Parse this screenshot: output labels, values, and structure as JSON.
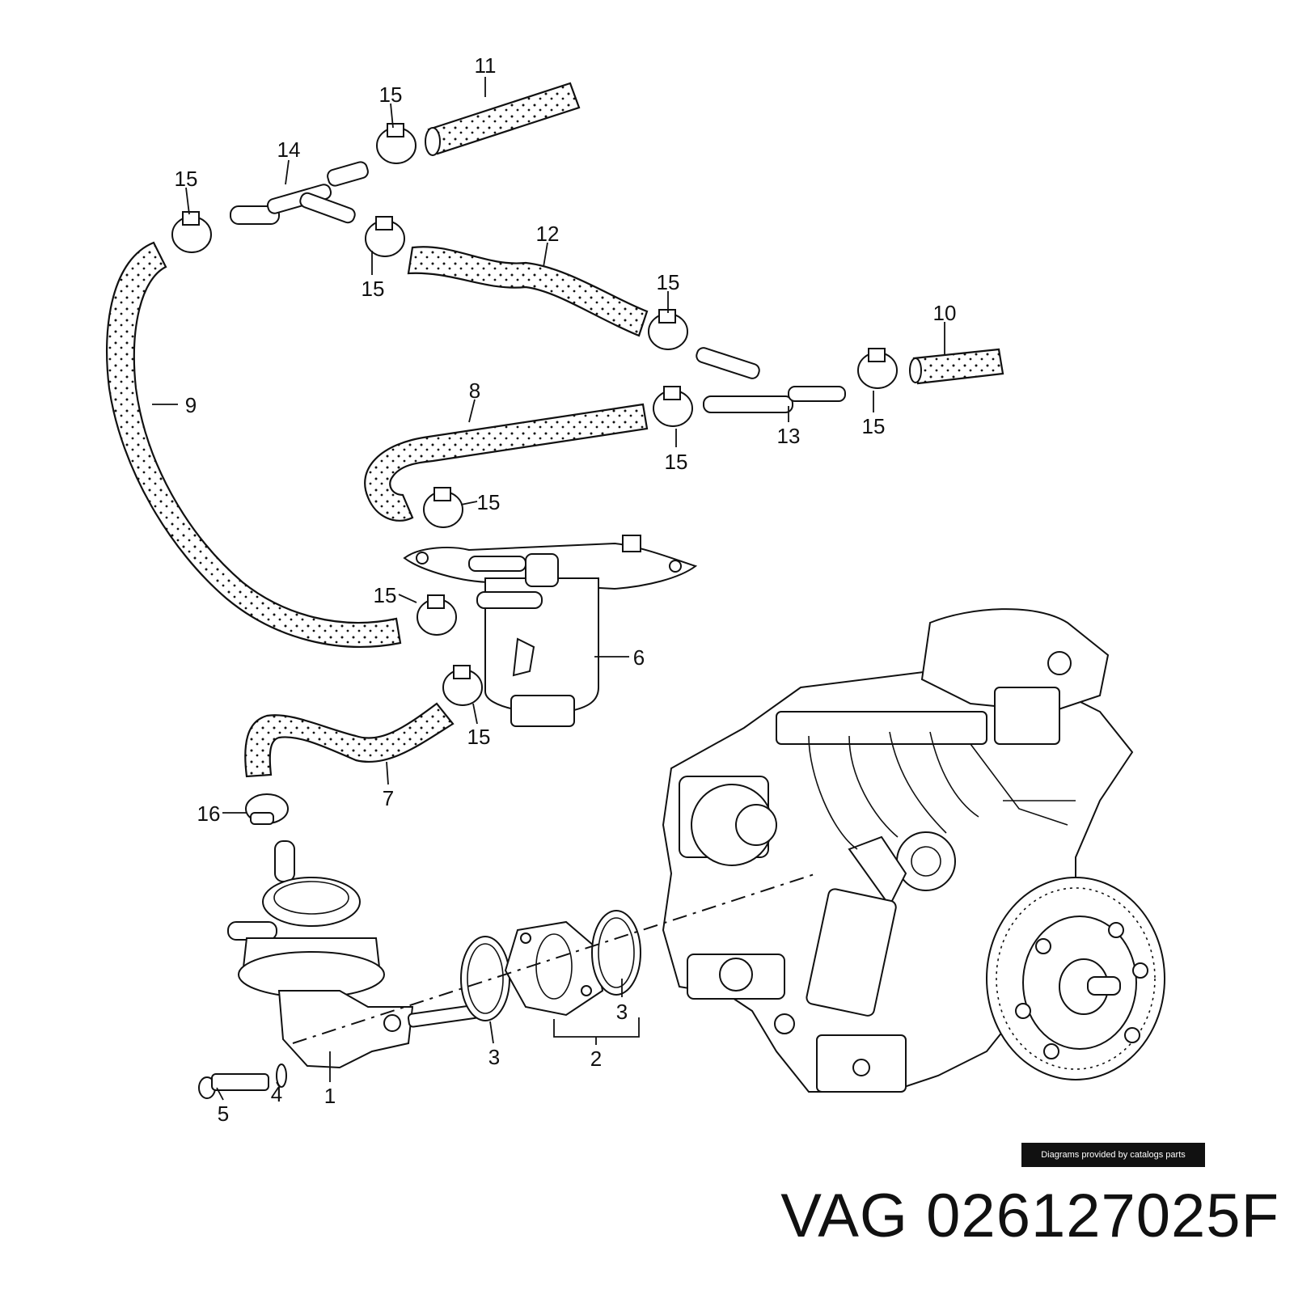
{
  "callouts": {
    "c1": "1",
    "c2": "2",
    "c3a": "3",
    "c3b": "3",
    "c4": "4",
    "c5": "5",
    "c6": "6",
    "c7": "7",
    "c8": "8",
    "c9": "9",
    "c10": "10",
    "c11": "11",
    "c12": "12",
    "c13": "13",
    "c14": "14",
    "c15": "15",
    "c16": "16"
  },
  "credit": "Diagrams provided by catalogs parts",
  "title": "VAG 026127025F"
}
